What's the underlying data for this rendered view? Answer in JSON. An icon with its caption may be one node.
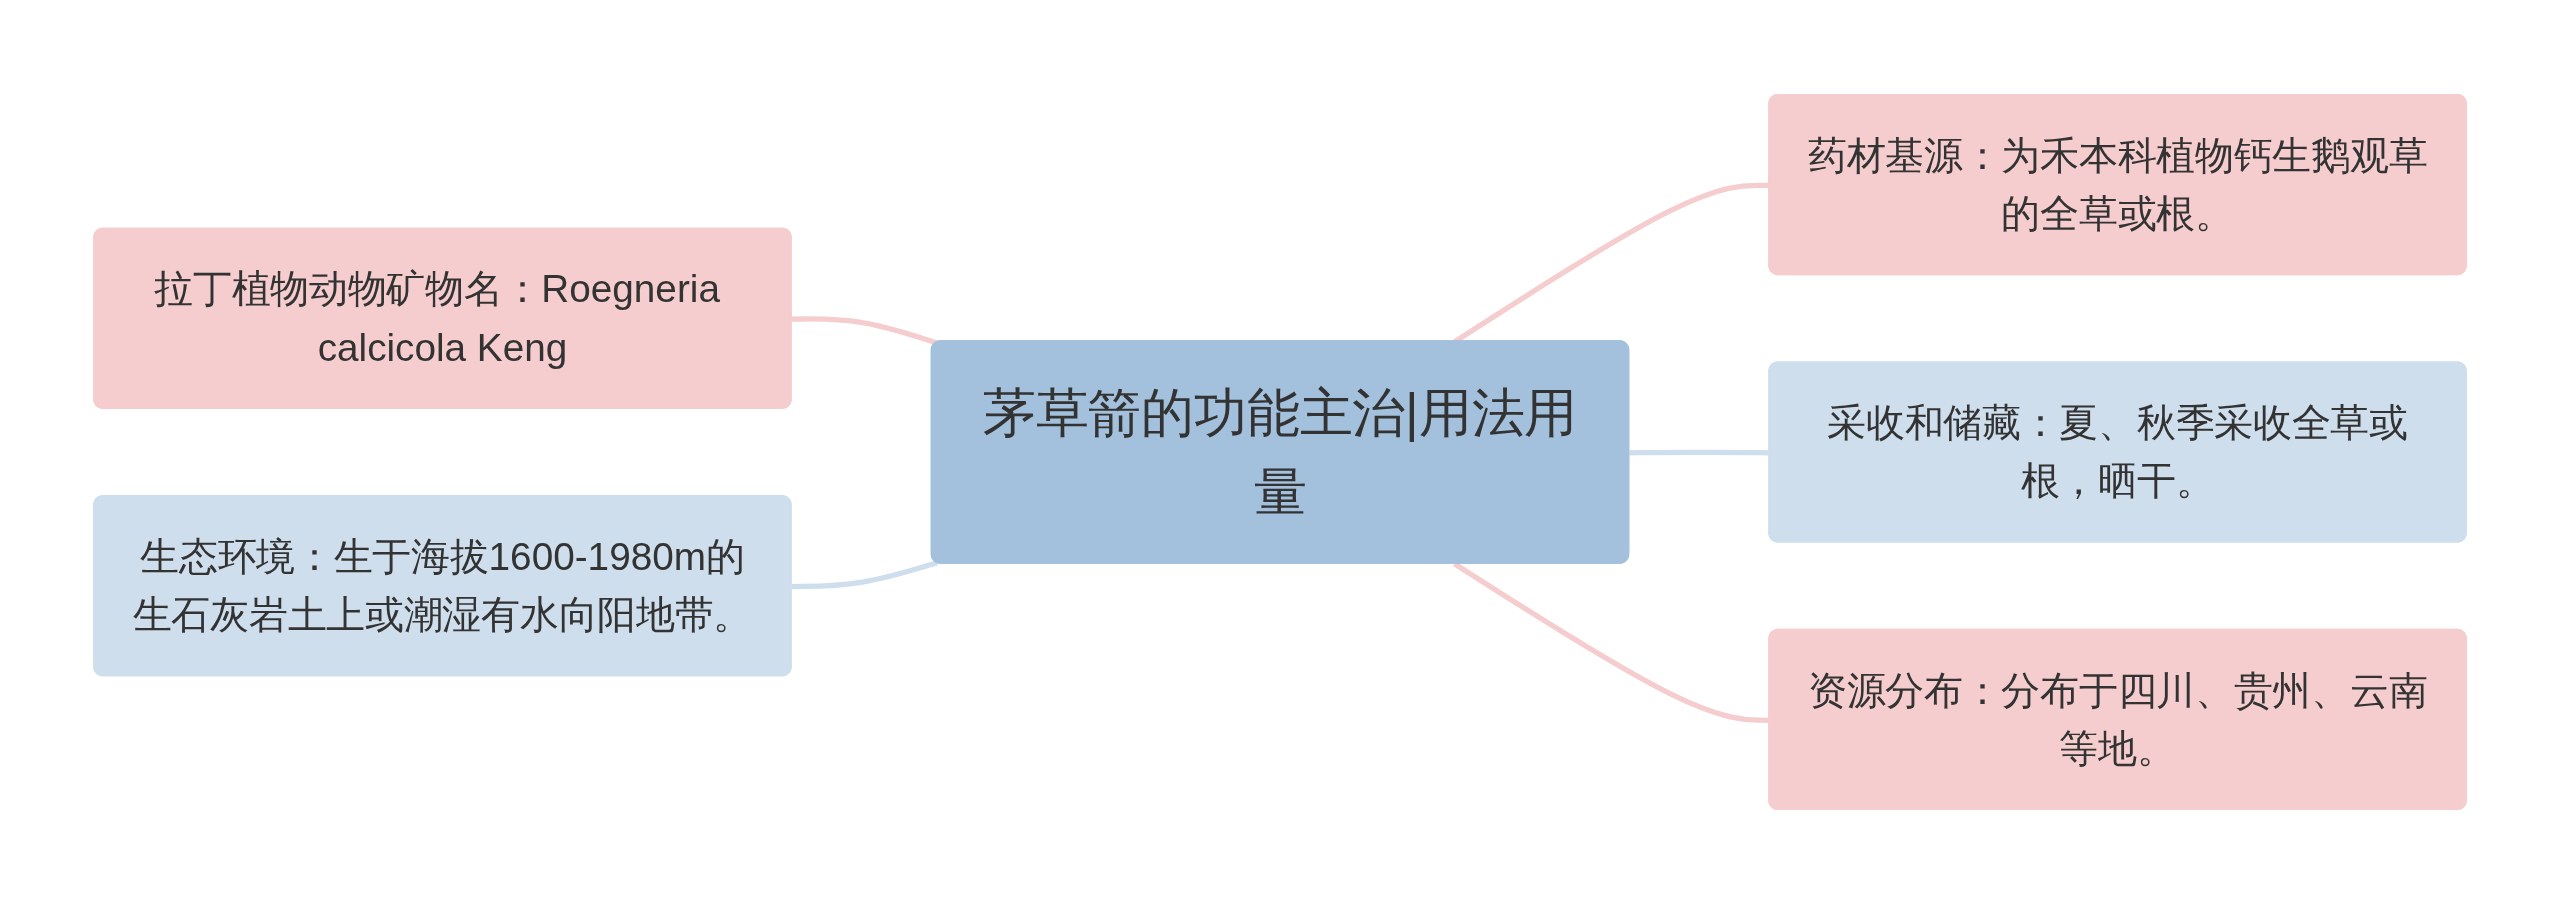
{
  "diagram": {
    "nodes": [
      {
        "text": [
          "茅草箭的功能主治|用法用量"
        ]
      },
      {
        "text": [
          "拉丁植物动物矿物名：Roegneria calcicola Keng"
        ]
      },
      {
        "text": [
          "生态环境：生于海拔1600-1980m的生石灰岩土上或潮湿有水向阳地带。"
        ]
      },
      {
        "text": [
          "药材基源：为禾本科植物钙生鹅观草的全草或根。"
        ]
      },
      {
        "text": [
          "采收和储藏：夏、秋季采收全草或根，晒干。"
        ]
      },
      {
        "text": [
          "资源分布：分布于四川、贵州、云南等地。"
        ]
      }
    ],
    "edges": [
      {
        "from": 1,
        "to": 0,
        "arrow": "none"
      },
      {
        "from": 2,
        "to": 0,
        "arrow": "none",
        "color": "#cfdeed"
      },
      {
        "from": 0,
        "to": 3,
        "arrow": "none"
      },
      {
        "from": 0,
        "to": 4,
        "arrow": "none",
        "color": "#cfdeed"
      },
      {
        "from": 0,
        "to": 5,
        "arrow": "none"
      }
    ]
  }
}
